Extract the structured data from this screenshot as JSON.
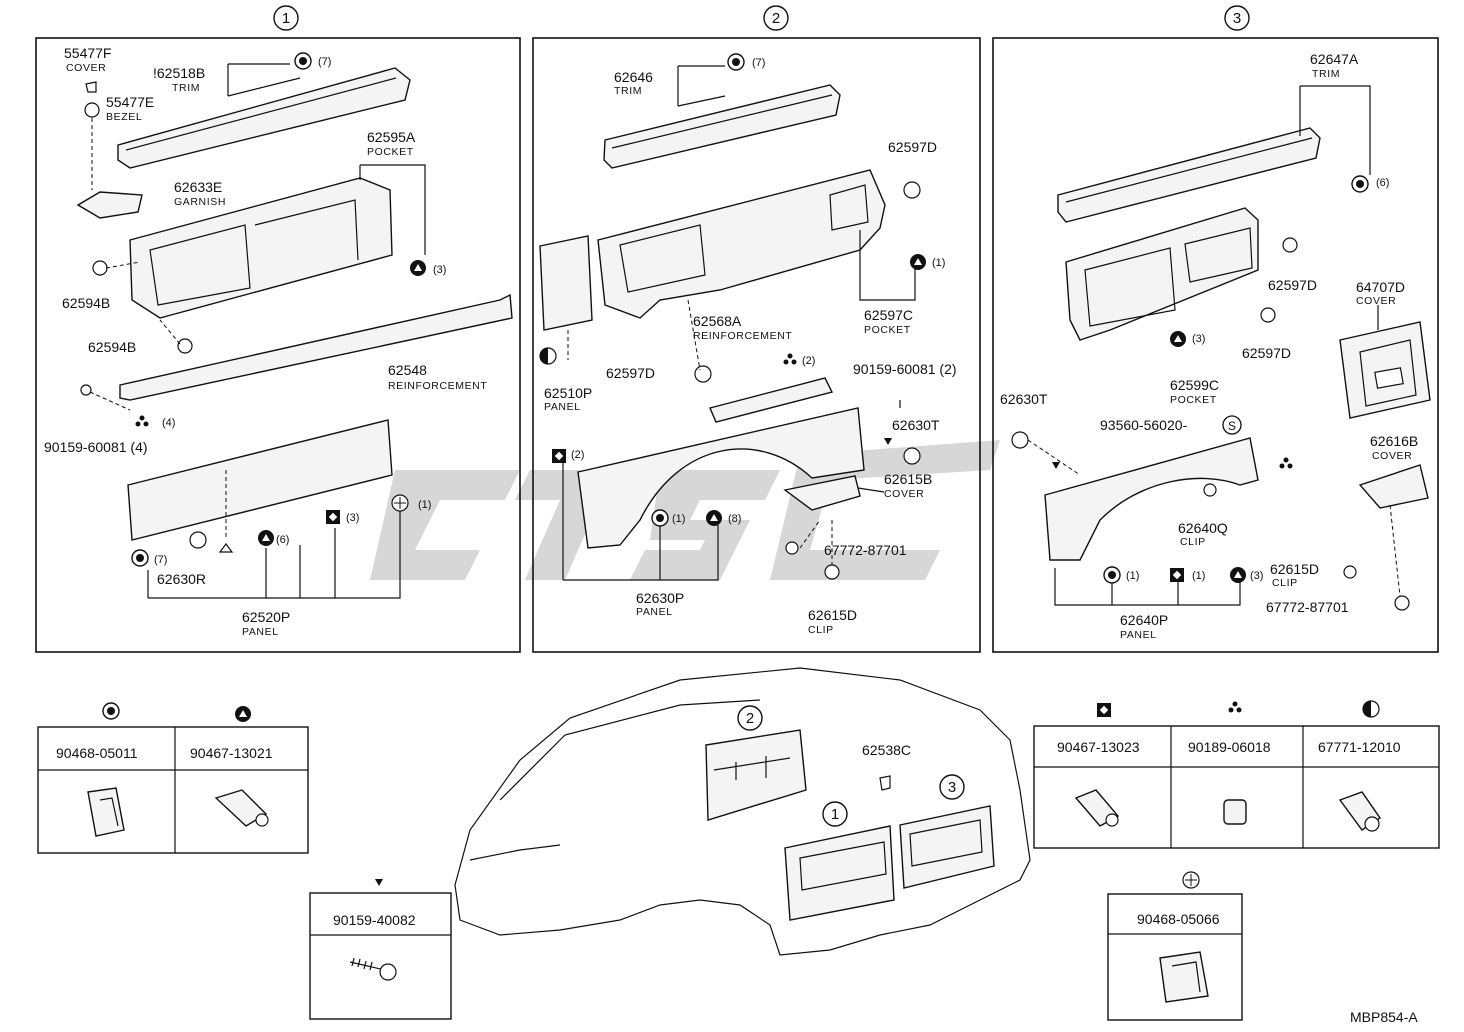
{
  "section_1": {
    "number": "1",
    "labels": {
      "p55477f_no": "55477F",
      "p55477f_nm": "COVER",
      "p62518b_no": "!62518B",
      "p62518b_nm": "TRIM",
      "p55477e_no": "55477E",
      "p55477e_nm": "BEZEL",
      "p62595a_no": "62595A",
      "p62595a_nm": "POCKET",
      "p62633e_no": "62633E",
      "p62633e_nm": "GARNISH",
      "p62594b_a": "62594B",
      "p62594b_b": "62594B",
      "p62548_no": "62548",
      "p62548_nm": "REINFORCEMENT",
      "p90159_no": "90159-60081 (4)",
      "p62630r_no": "62630R",
      "p62520p_no": "62520P",
      "p62520p_nm": "PANEL",
      "q7a": "(7)",
      "q3": "(3)",
      "q4": "(4)",
      "q7b": "(7)",
      "q6": "(6)",
      "q3b": "(3)",
      "q1": "(1)"
    }
  },
  "section_2": {
    "number": "2",
    "labels": {
      "p62646_no": "62646",
      "p62646_nm": "TRIM",
      "p62597d_a": "62597D",
      "p62597c_no": "62597C",
      "p62597c_nm": "POCKET",
      "p62568a_no": "62568A",
      "p62568a_nm": "REINFORCEMENT",
      "p62510p_no": "62510P",
      "p62510p_nm": "PANEL",
      "p62597d_b": "62597D",
      "p90159_no": "90159-60081 (2)",
      "p62630t_no": "62630T",
      "p62615b_no": "62615B",
      "p62615b_nm": "COVER",
      "p67772_no": "67772-87701",
      "p62630p_no": "62630P",
      "p62630p_nm": "PANEL",
      "p62615d_no": "62615D",
      "p62615d_nm": "CLIP",
      "q7": "(7)",
      "q1a": "(1)",
      "q2a": "(2)",
      "q2b": "(2)",
      "q1b": "(1)",
      "q8": "(8)"
    }
  },
  "section_3": {
    "number": "3",
    "labels": {
      "p62647a_no": "62647A",
      "p62647a_nm": "TRIM",
      "p62597d_a": "62597D",
      "p62597d_b": "62597D",
      "p64707d_no": "64707D",
      "p64707d_nm": "COVER",
      "p62599c_no": "62599C",
      "p62599c_nm": "POCKET",
      "p62630t_no": "62630T",
      "p93560_no": "93560-56020-",
      "p62616b_no": "62616B",
      "p62616b_nm": "COVER",
      "p62640q_no": "62640Q",
      "p62640q_nm": "CLIP",
      "p62615d_no": "62615D",
      "p62615d_nm": "CLIP",
      "p67772_no": "67772-87701",
      "p62640p_no": "62640P",
      "p62640p_nm": "PANEL",
      "q6": "(6)",
      "q3a": "(3)",
      "q1a": "(1)",
      "q1b": "(1)",
      "q3b": "(3)"
    }
  },
  "legend": {
    "circle": "90468-05011",
    "triangle": "90467-13021",
    "square": "90467-13023",
    "dots": "90189-06018",
    "halfcircle": "67771-12010",
    "small_triangle": "90159-40082",
    "plus": "90468-05066"
  },
  "vehicle": {
    "sec2": "2",
    "sec1": "1",
    "sec3": "3",
    "part": "62538C"
  },
  "footer": {
    "code": "MBP854-A"
  }
}
